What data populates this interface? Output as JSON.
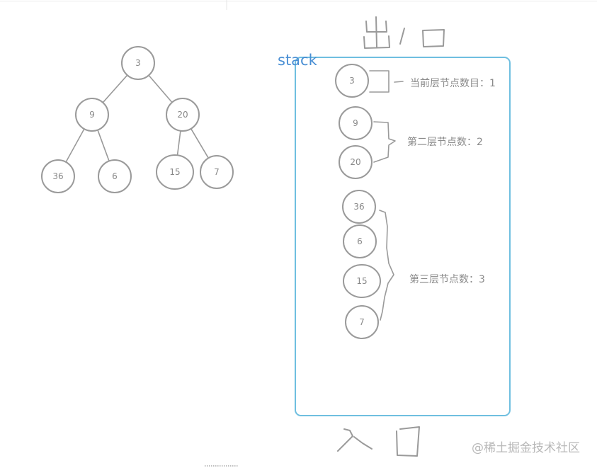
{
  "tree": {
    "nodes": [
      {
        "id": "n3",
        "label": "3"
      },
      {
        "id": "n9",
        "label": "9"
      },
      {
        "id": "n20",
        "label": "20"
      },
      {
        "id": "n36",
        "label": "36"
      },
      {
        "id": "n6",
        "label": "6"
      },
      {
        "id": "n15",
        "label": "15"
      },
      {
        "id": "n7",
        "label": "7"
      }
    ],
    "edges": [
      [
        "n3",
        "n9"
      ],
      [
        "n3",
        "n20"
      ],
      [
        "n9",
        "n36"
      ],
      [
        "n9",
        "n6"
      ],
      [
        "n20",
        "n15"
      ],
      [
        "n20",
        "n7"
      ]
    ]
  },
  "stack": {
    "title": "stack",
    "levels": [
      {
        "label": "当前层节点数目：1",
        "nodes": [
          "3"
        ]
      },
      {
        "label": "第二层节点数：2",
        "nodes": [
          "9",
          "20"
        ]
      },
      {
        "label": "第三层节点数：3",
        "nodes": [
          "36",
          "6",
          "15",
          "7"
        ]
      }
    ]
  },
  "watermark": "@稀土掘金技术社区"
}
